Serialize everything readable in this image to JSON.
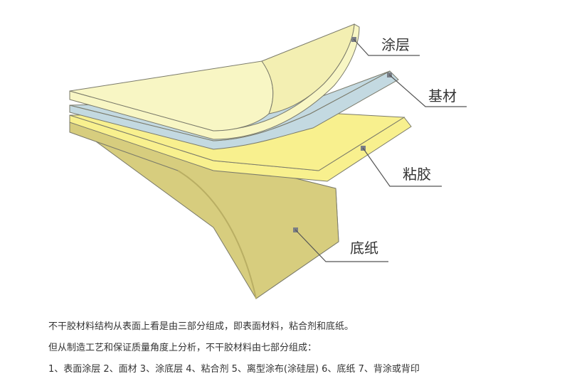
{
  "diagram": {
    "labels": {
      "coating": "涂层",
      "substrate": "基材",
      "adhesive": "粘胶",
      "backing_paper": "底纸"
    },
    "colors": {
      "coating_fill": "#f8f6c4",
      "substrate_fill": "#c3d9e1",
      "adhesive_fill": "#f8f08e",
      "backing_fill": "#d7cd7e",
      "outline": "#7a7a6a",
      "leader_line": "#555555",
      "marker": "#7b7f86"
    }
  },
  "description": {
    "line1": "不干胶材料结构从表面上看是由三部分组成，即表面材料，粘合剂和底纸。",
    "line2": "但从制造工艺和保证质量角度上分析，不干胶材料由七部分组成：",
    "line3": "1、表面涂层   2、面材   3、涂底层   4、粘合剂   5、离型涂布(涂硅层)   6、底纸   7、背涂或背印"
  }
}
